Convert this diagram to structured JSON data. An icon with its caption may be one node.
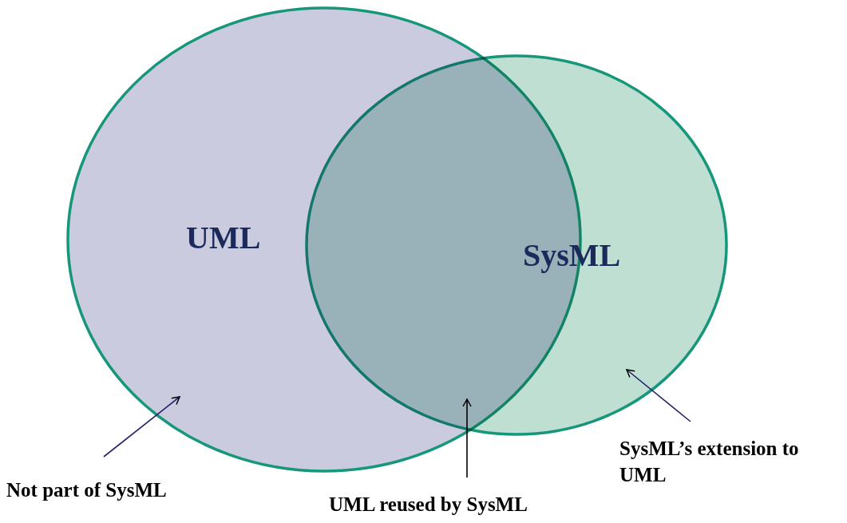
{
  "diagram": {
    "nodes": [
      {
        "text": [
          "UML"
        ]
      },
      {
        "text": [
          "SysML"
        ]
      },
      {
        "text": [
          "Not part of SysML"
        ]
      },
      {
        "text": [
          "UML reused by SysML"
        ]
      },
      {
        "text": [
          "SysML’s extension to UML"
        ]
      }
    ],
    "edges": [
      {
        "from": 2,
        "to": 0,
        "arrow": "to"
      },
      {
        "from": 3,
        "to": 1,
        "arrow": "to",
        "color": "#000000"
      },
      {
        "from": 4,
        "to": 1,
        "arrow": "to"
      }
    ]
  }
}
